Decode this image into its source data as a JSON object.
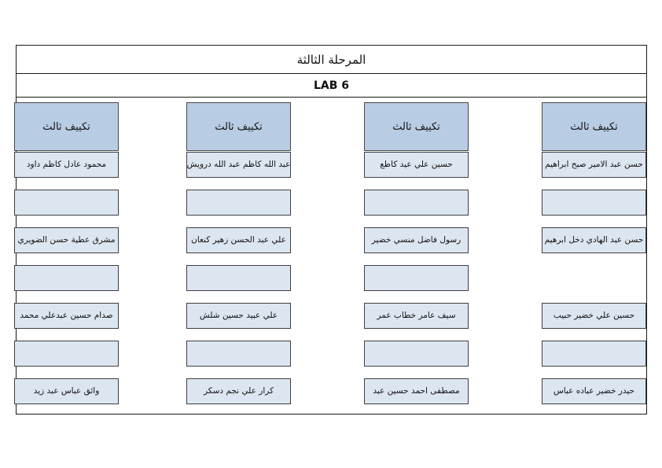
{
  "document": {
    "title": "المرحلة الثالثة",
    "subtitle": "LAB 6"
  },
  "colors": {
    "header_fill": "#b8cce4",
    "cell_fill": "#dce6f1",
    "border": "#1a1a1a",
    "text": "#111111"
  },
  "columns": [
    {
      "header": "تكييف ثالث",
      "cells": [
        "محمود عادل كاظم داود",
        "",
        "مشرق عطية حسن الضويري",
        "",
        "صدام حسين عبدعلي محمد",
        "",
        "وائق عباس عبد زيد"
      ]
    },
    {
      "header": "تكييف ثالث",
      "cells": [
        "عبد الله كاظم عبد الله درويش",
        "",
        "علي عبد الحسن زهير كنعان",
        "",
        "علي عبيد حسين شلش",
        "",
        "كرار علي نجم دسكر"
      ]
    },
    {
      "header": "تكييف ثالث",
      "cells": [
        "حسين علي عيد كاطع",
        "",
        "رسول فاضل منسي خضير",
        "",
        "سيف عامر خطاب عمر",
        "",
        "مصطفى احمد حسين عبد"
      ]
    },
    {
      "header": "تكييف ثالث",
      "cells": [
        "حسن عبد الامير صبح ابراهيم",
        "",
        "حسن عبد الهادي دخل ابرهيم",
        null,
        "حسين علي خضير حبيب",
        "",
        "حيدر خضير عباده عباس"
      ]
    }
  ]
}
